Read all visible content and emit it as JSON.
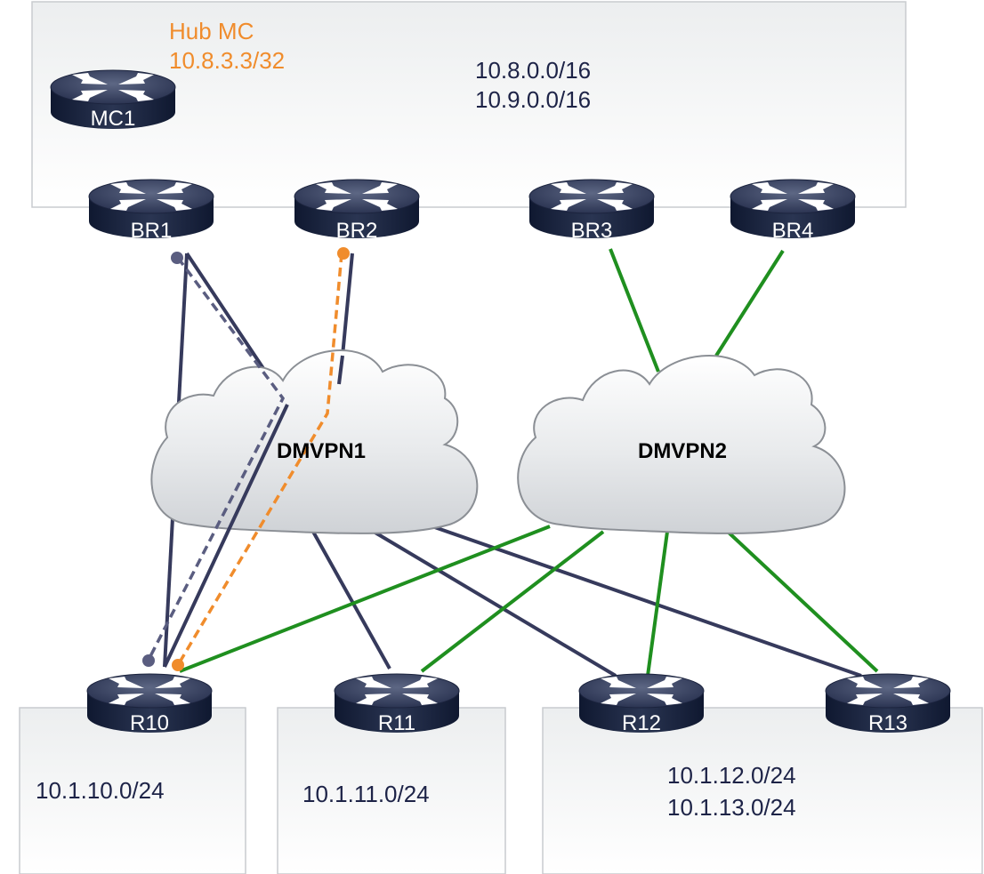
{
  "hub": {
    "mc_title": "Hub MC",
    "mc_address": "10.8.3.3/32",
    "prefixes": [
      "10.8.0.0/16",
      "10.9.0.0/16"
    ]
  },
  "routers": {
    "mc1": "MC1",
    "br1": "BR1",
    "br2": "BR2",
    "br3": "BR3",
    "br4": "BR4",
    "r10": "R10",
    "r11": "R11",
    "r12": "R12",
    "r13": "R13"
  },
  "clouds": {
    "dmvpn1": "DMVPN1",
    "dmvpn2": "DMVPN2"
  },
  "sites": {
    "r10_prefix": "10.1.10.0/24",
    "r11_prefix": "10.1.11.0/24",
    "r12_prefixes": [
      "10.1.12.0/24",
      "10.1.13.0/24"
    ]
  },
  "colors": {
    "dmvpn1_link": "#363a5c",
    "dmvpn2_link": "#1f8f1f",
    "mc_path": "#f08c2c",
    "br1_path": "#5a5d80",
    "hub_text": "#f08c2c",
    "prefix_text": "#1d2347"
  }
}
